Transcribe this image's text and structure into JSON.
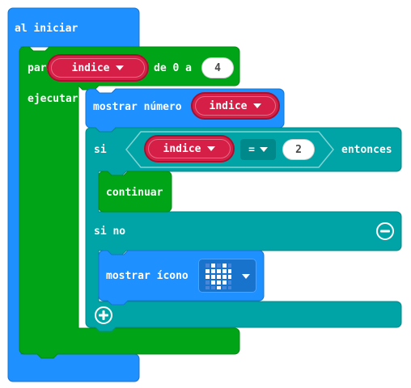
{
  "blocks": {
    "on_start": {
      "label": "al iniciar"
    },
    "for_loop": {
      "keyword": "para",
      "variable": "indice",
      "range_label": "de 0 a",
      "end_value": "4",
      "do_label": "ejecutar"
    },
    "show_number": {
      "label": "mostrar número",
      "variable": "indice"
    },
    "if_block": {
      "if_label": "si",
      "variable": "indice",
      "operator": "=",
      "compare_value": "2",
      "then_label": "entonces",
      "else_label": "si no"
    },
    "continue_block": {
      "label": "continuar"
    },
    "show_icon": {
      "label": "mostrar ícono",
      "icon": "heart-icon"
    }
  },
  "colors": {
    "basic": "#1e90ff",
    "loops": "#00a517",
    "logic": "#00a4a6",
    "variables": "#dc143c"
  }
}
